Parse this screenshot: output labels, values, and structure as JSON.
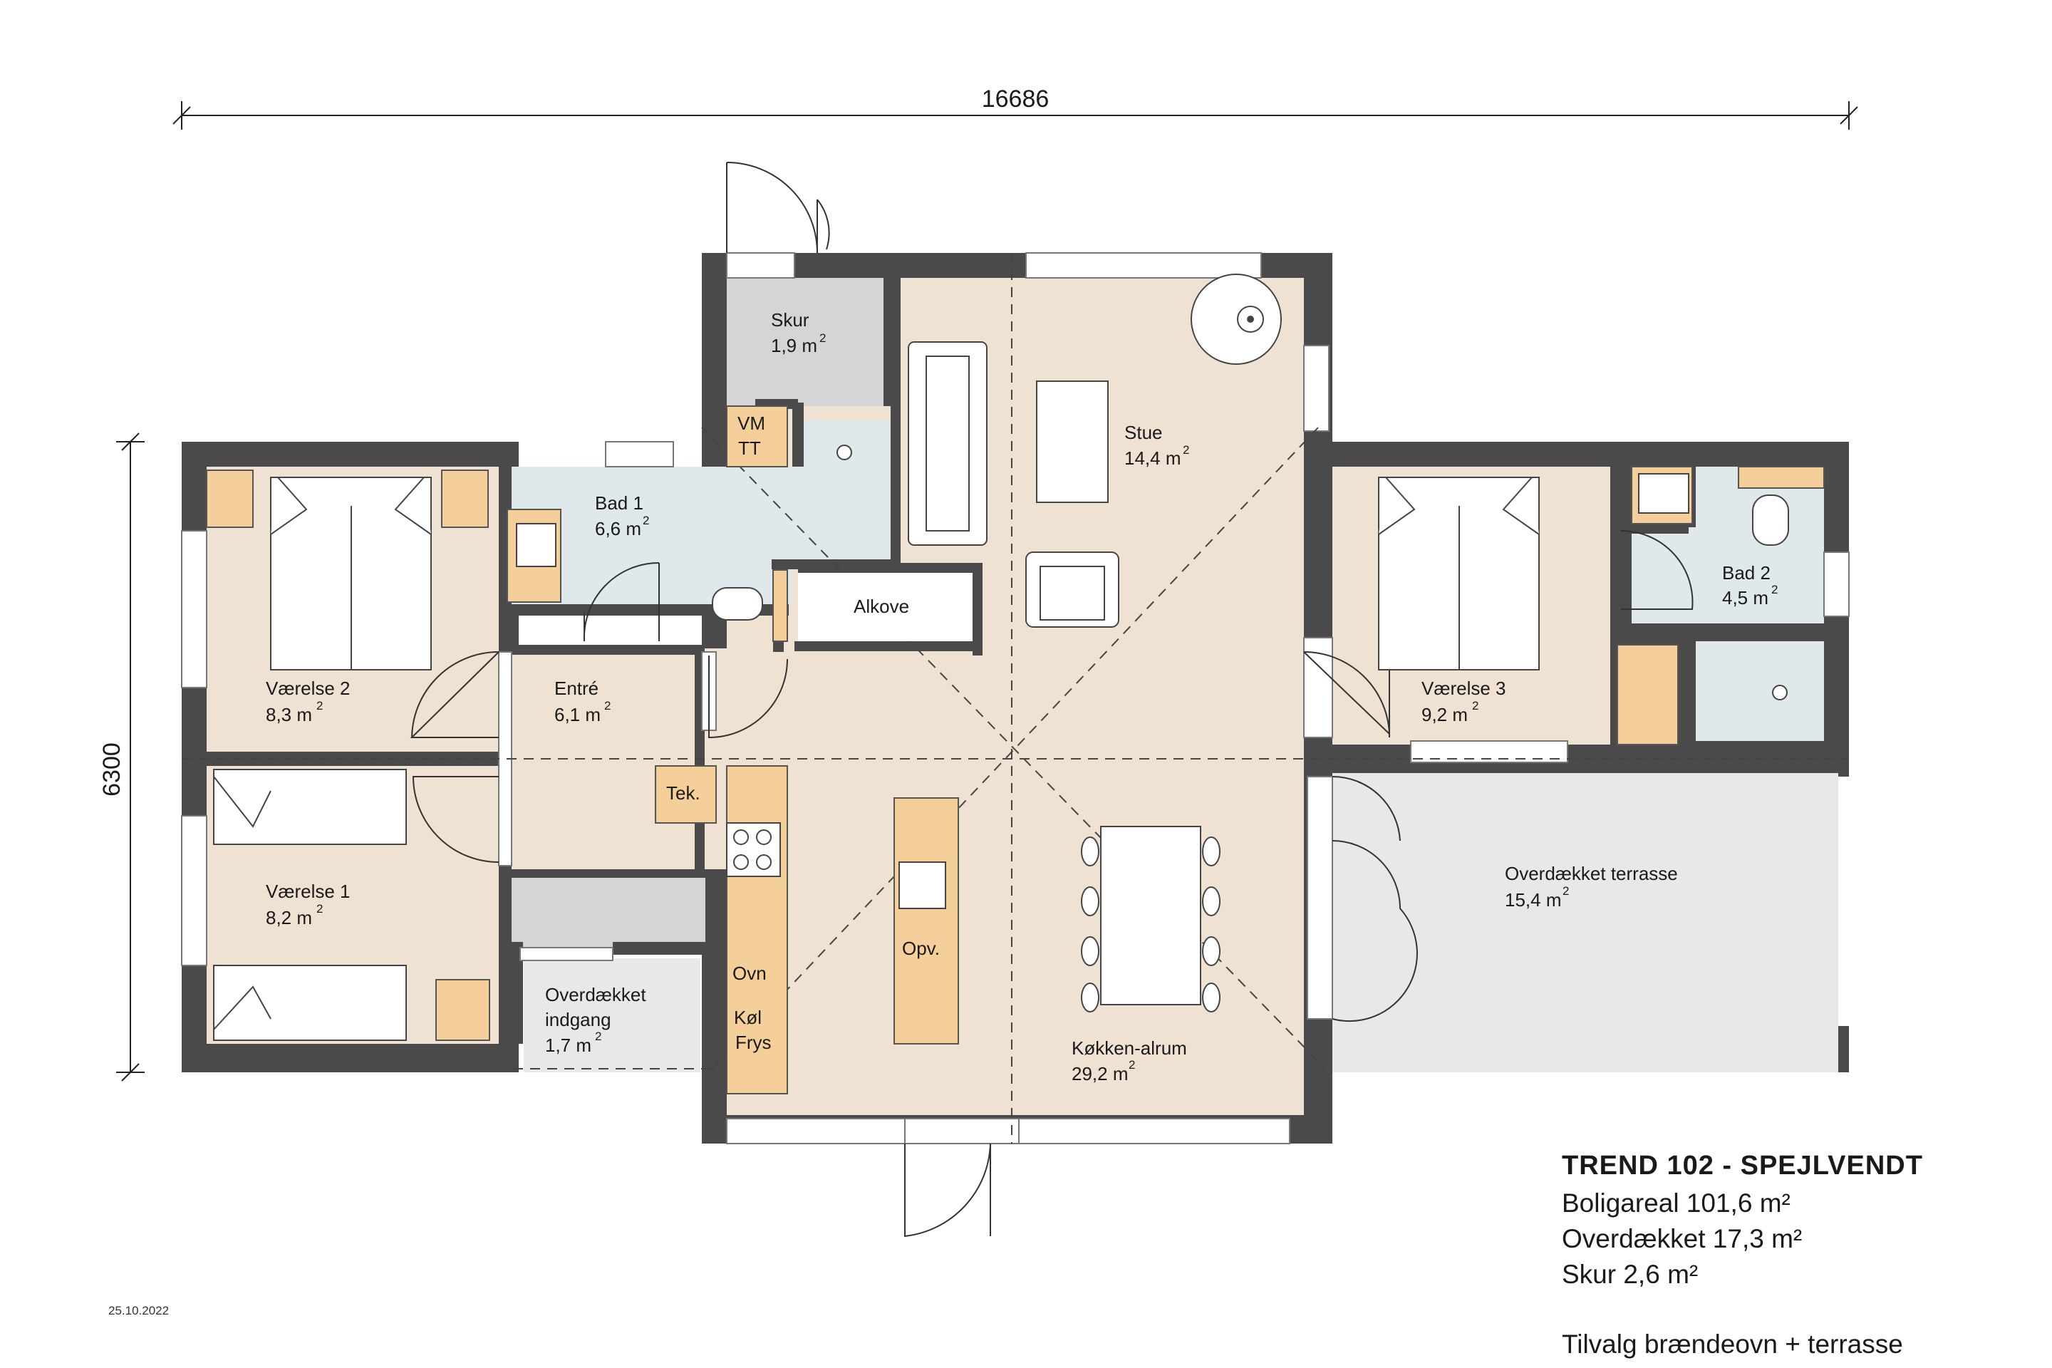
{
  "dimensions": {
    "width": "16686",
    "height": "6300"
  },
  "rooms": {
    "skur": {
      "name": "Skur",
      "area": "1,9 m",
      "sup": "2"
    },
    "stue": {
      "name": "Stue",
      "area": "14,4 m",
      "sup": "2"
    },
    "bad1": {
      "name": "Bad 1",
      "area": "6,6 m",
      "sup": "2"
    },
    "vaerelse2": {
      "name": "Værelse 2",
      "area": "8,3 m",
      "sup": "2"
    },
    "entre": {
      "name": "Entré",
      "area": "6,1 m",
      "sup": "2"
    },
    "vaerelse1": {
      "name": "Værelse 1",
      "area": "8,2 m",
      "sup": "2"
    },
    "overdaekket_indgang": {
      "line1": "Overdækket",
      "line2": "indgang",
      "area": "1,7 m",
      "sup": "2"
    },
    "alkove": {
      "name": "Alkove"
    },
    "vaerelse3": {
      "name": "Værelse 3",
      "area": "9,2 m",
      "sup": "2"
    },
    "bad2": {
      "name": "Bad 2",
      "area": "4,5 m",
      "sup": "2"
    },
    "overdaekket_terrasse": {
      "name": "Overdækket terrasse",
      "area": "15,4 m",
      "sup": "2"
    },
    "koekken_alrum": {
      "name": "Køkken-alrum",
      "area": "29,2 m",
      "sup": "2"
    }
  },
  "fixtures": {
    "vm": "VM",
    "tt": "TT",
    "tek": "Tek.",
    "opv": "Opv.",
    "ovn": "Ovn",
    "koel": "Køl",
    "frys": "Frys"
  },
  "info": {
    "title": "TREND 102 - SPEJLVENDT",
    "boligareal": "Boligareal 101,6 m²",
    "overdaekket": "Overdækket 17,3 m²",
    "skur": "Skur 2,6 m²",
    "tilvalg": "Tilvalg brændeovn + terrasse"
  },
  "date": "25.10.2022",
  "colors": {
    "wall": "#4a4a4a",
    "floor_living": "#efe2d3",
    "floor_bath": "#dfe8ea",
    "floor_shed": "#d5d5d5",
    "floor_terrace": "#e8e8e8",
    "cabinet": "#f4cf9a"
  }
}
